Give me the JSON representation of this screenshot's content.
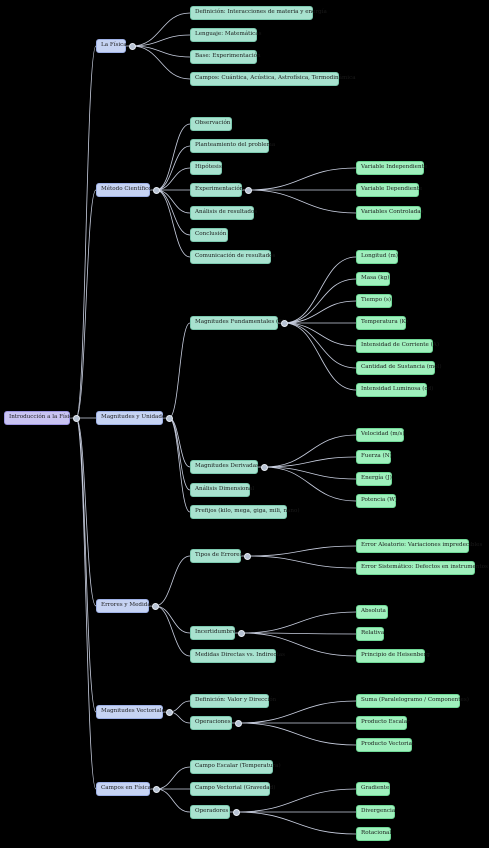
{
  "root": {
    "label": "Introducción a la Física"
  },
  "branches": [
    {
      "label": "La Física",
      "children": [
        {
          "label": "Definición: Interacciones de materia y energía"
        },
        {
          "label": "Lenguaje: Matemáticas"
        },
        {
          "label": "Base: Experimentación"
        },
        {
          "label": "Campos: Cuántica, Acústica, Astrofísica, Termodinámica"
        }
      ]
    },
    {
      "label": "Método Científico",
      "children": [
        {
          "label": "Observación"
        },
        {
          "label": "Planteamiento del problema"
        },
        {
          "label": "Hipótesis"
        },
        {
          "label": "Experimentación",
          "children": [
            "Variable Independiente",
            "Variable Dependiente",
            "Variables Controladas"
          ]
        },
        {
          "label": "Análisis de resultados"
        },
        {
          "label": "Conclusión"
        },
        {
          "label": "Comunicación de resultados"
        }
      ]
    },
    {
      "label": "Magnitudes y Unidades",
      "children": [
        {
          "label": "Magnitudes Fundamentales (SI)",
          "children": [
            "Longitud (m)",
            "Masa (kg)",
            "Tiempo (s)",
            "Temperatura (K)",
            "Intensidad de Corriente (A)",
            "Cantidad de Sustancia (mol)",
            "Intensidad Luminosa (cd)"
          ]
        },
        {
          "label": "Magnitudes Derivadas",
          "children": [
            "Velocidad (m/s)",
            "Fuerza (N)",
            "Energía (J)",
            "Potencia (W)"
          ]
        },
        {
          "label": "Análisis Dimensional"
        },
        {
          "label": "Prefijos (kilo, mega, giga, mili, nano)"
        }
      ]
    },
    {
      "label": "Errores y Medidas",
      "children": [
        {
          "label": "Tipos de Errores",
          "children": [
            "Error Aleatorio: Variaciones impredecibles",
            "Error Sistemático: Defectos en instrumentos"
          ]
        },
        {
          "label": "Incertidumbre",
          "children": [
            "Absoluta",
            "Relativa",
            "Principio de Heisenberg"
          ]
        },
        {
          "label": "Medidas Directas vs. Indirectas"
        }
      ]
    },
    {
      "label": "Magnitudes Vectoriales",
      "children": [
        {
          "label": "Definición: Valor y Dirección"
        },
        {
          "label": "Operaciones",
          "children": [
            "Suma (Paralelogramo / Componentes)",
            "Producto Escalar",
            "Producto Vectorial"
          ]
        }
      ]
    },
    {
      "label": "Campos en Física",
      "children": [
        {
          "label": "Campo Escalar (Temperatura)"
        },
        {
          "label": "Campo Vectorial (Gravedad)"
        },
        {
          "label": "Operadores",
          "children": [
            "Gradiente",
            "Divergencia",
            "Rotacional"
          ]
        }
      ]
    }
  ],
  "colors": {
    "root": "#c9c3f2",
    "level1": "#c6d3f3",
    "level2": "#a8e2cf",
    "level3": "#9ff0bd",
    "edge": "#c9cfe0"
  }
}
